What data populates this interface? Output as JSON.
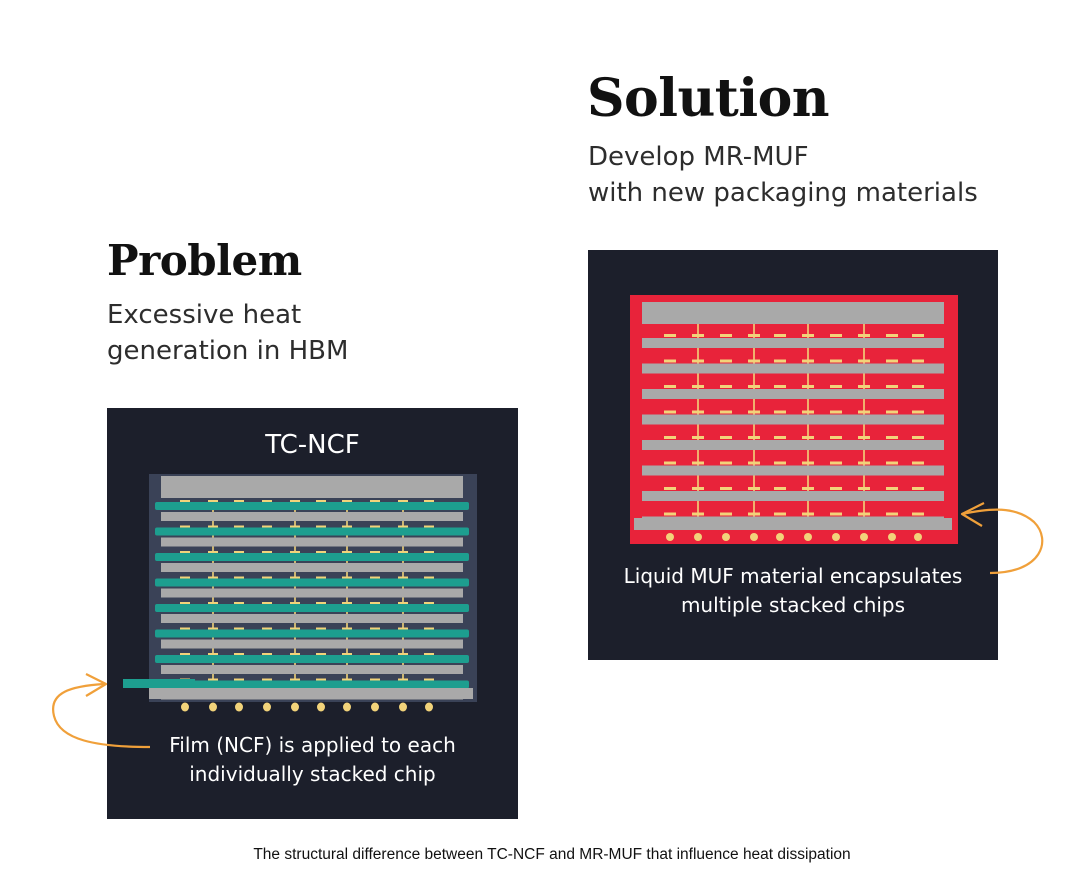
{
  "solution": {
    "title": "Solution",
    "subtitle_lines": [
      "Develop MR-MUF",
      "with new packaging materials"
    ],
    "note_lines": [
      "Liquid MUF material encapsulates",
      "multiple stacked chips"
    ]
  },
  "problem": {
    "title": "Problem",
    "subtitle_lines": [
      "Excessive heat",
      "generation in HBM"
    ],
    "panel_title": "TC-NCF",
    "note_lines": [
      "Film (NCF) is applied to each",
      "individually stacked chip"
    ]
  },
  "caption": "The structural difference between TC-NCF and MR-MUF that influence heat dissipation",
  "colors": {
    "panel_bg": "#1c1f2b",
    "chip_gray": "#a9a9a9",
    "film_teal": "#1d9e8f",
    "muf_red": "#e8233a",
    "bump_gold": "#f2d37a",
    "arrow_orange": "#f0a03a"
  }
}
